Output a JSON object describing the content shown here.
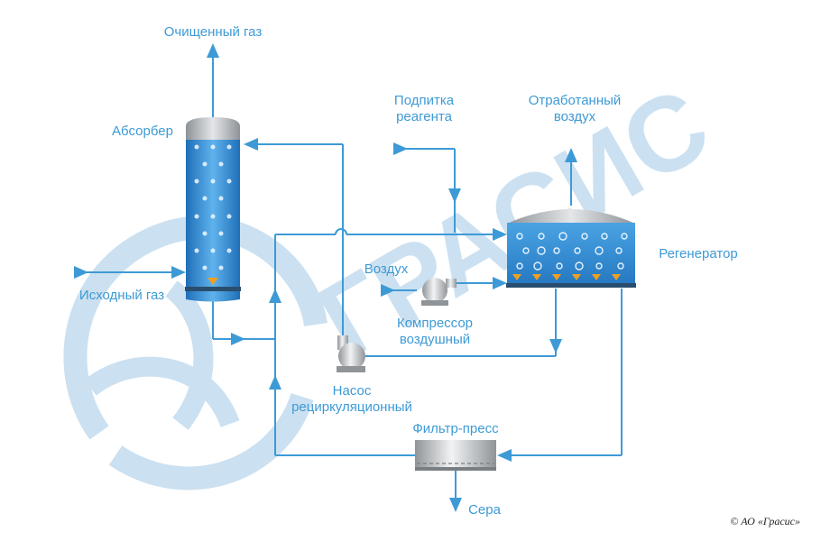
{
  "labels": {
    "purified_gas": "Очищенный газ",
    "absorber": "Абсорбер",
    "feed_gas": "Исходный газ",
    "reagent_makeup_1": "Подпитка",
    "reagent_makeup_2": "реагента",
    "spent_air_1": "Отработанный",
    "spent_air_2": "воздух",
    "regenerator": "Регенератор",
    "air": "Воздух",
    "compressor_1": "Компрессор",
    "compressor_2": "воздушный",
    "pump_1": "Насос",
    "pump_2": "рециркуляционный",
    "filter_press": "Фильтр-пресс",
    "sulfur": "Сера"
  },
  "watermark": {
    "text": "ГРАСИС"
  },
  "footer": {
    "copyright": "© АО «Грасис»"
  },
  "colors": {
    "accent": "#3d9ad6",
    "watermark": "#c9dff0",
    "column_blue": "#2679c2",
    "sparger_orange": "#f0a020"
  }
}
